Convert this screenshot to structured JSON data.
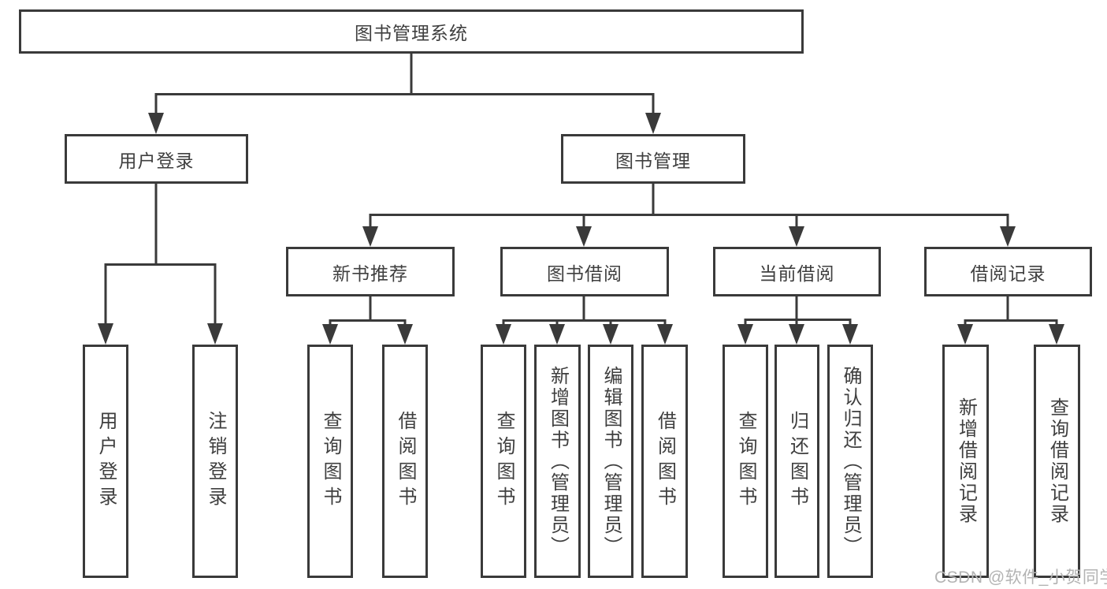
{
  "diagram": {
    "type": "tree",
    "root": {
      "label": "图书管理系统"
    },
    "branches": [
      {
        "label": "用户登录",
        "children": [
          {
            "label": "用户登录"
          },
          {
            "label": "注销登录"
          }
        ]
      },
      {
        "label": "图书管理",
        "children": [
          {
            "label": "新书推荐",
            "children": [
              {
                "label": "查询图书"
              },
              {
                "label": "借阅图书"
              }
            ]
          },
          {
            "label": "图书借阅",
            "children": [
              {
                "label": "查询图书"
              },
              {
                "label": "新增图书（管理员）"
              },
              {
                "label": "编辑图书（管理员）"
              },
              {
                "label": "借阅图书"
              }
            ]
          },
          {
            "label": "当前借阅",
            "children": [
              {
                "label": "查询图书"
              },
              {
                "label": "归还图书"
              },
              {
                "label": "确认归还（管理员）"
              }
            ]
          },
          {
            "label": "借阅记录",
            "children": [
              {
                "label": "新增借阅记录"
              },
              {
                "label": "查询借阅记录"
              }
            ]
          }
        ]
      }
    ],
    "watermark": "CSDN @软件_小贺同学",
    "colors": {
      "line": "#3a3a3a",
      "text": "#3f3f3f",
      "watermark": "#b3b3b3",
      "background": "#ffffff"
    }
  }
}
